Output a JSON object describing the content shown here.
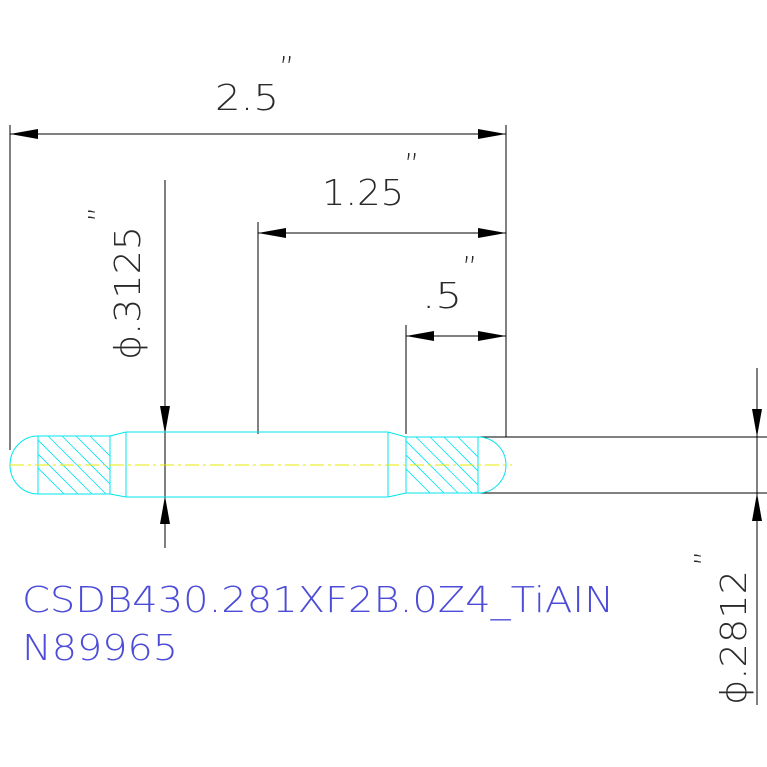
{
  "dimensions": {
    "overall_length": "2.5",
    "shank_length": "1.25",
    "flute_length": ".5",
    "shank_diameter": "ϕ.3125",
    "tip_diameter": "ϕ.2812",
    "inch_mark": "”"
  },
  "notes": {
    "part_code": "CSDB430.281XF2B.0Z4_TiAIN",
    "part_number": "N89965"
  },
  "colors": {
    "background": "#ffffff",
    "dimension_lines": "#000000",
    "dimension_text": "#2a2a2a",
    "part_outline": "#00e5ee",
    "centerline": "#e8e800",
    "note_text": "#4c4cd9"
  }
}
